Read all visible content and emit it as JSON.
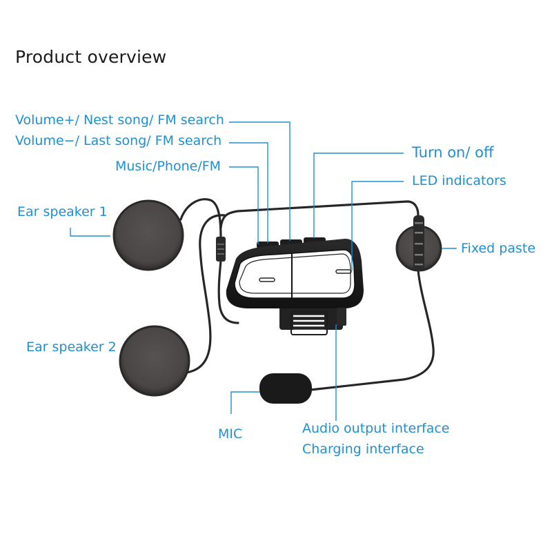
{
  "title": "Product overview",
  "labels": {
    "volume_up": "Volume+/ Nest song/ FM search",
    "volume_down": "Volume−/ Last song/ FM search",
    "music_phone_fm": "Music/Phone/FM",
    "turn_on_off": "Turn on/ off",
    "led_indicators": "LED indicators",
    "ear_speaker_1": "Ear speaker 1",
    "ear_speaker_2": "Ear speaker 2",
    "fixed_paste": "Fixed paste",
    "mic": "MIC",
    "audio_output": "Audio output interface",
    "charging": "Charging interface"
  },
  "colors": {
    "callout": "#1e8fd6",
    "cable": "#2a2a2a",
    "speaker": "#4a4747",
    "device": "#1c1c1c"
  }
}
